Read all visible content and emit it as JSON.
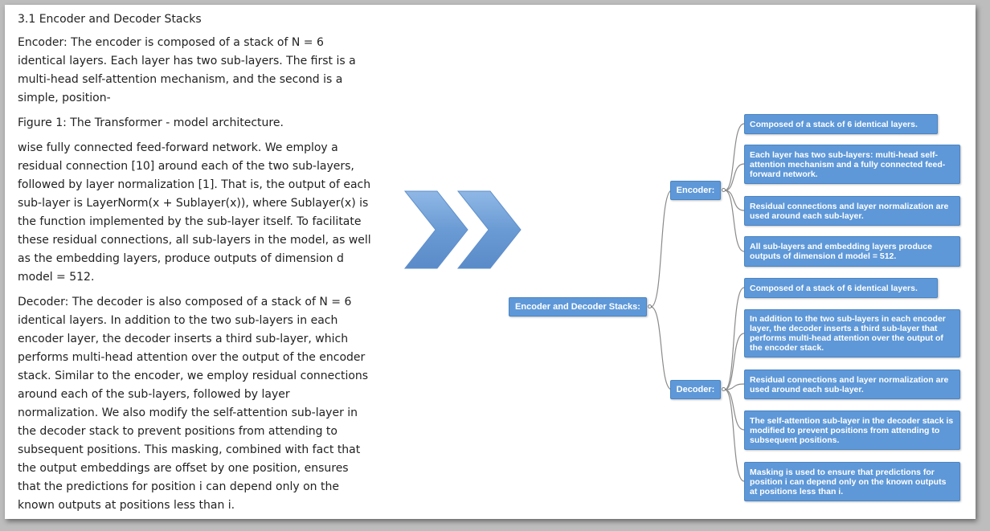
{
  "document": {
    "heading": "3.1 Encoder and Decoder Stacks",
    "paragraphs": [
      "Encoder: The encoder is composed of a stack of N = 6 identical layers. Each layer has two sub-layers. The first is a multi-head self-attention mechanism, and the second is a simple, position-",
      "Figure 1: The Transformer - model architecture.",
      "wise fully connected feed-forward network. We employ a residual connection [10] around each of the two sub-layers, followed by layer normalization [1]. That is, the output of each sub-layer is LayerNorm(x + Sublayer(x)), where Sublayer(x) is the function implemented by the sub-layer itself. To facilitate these residual connections, all sub-layers in the model, as well as the embedding layers, produce outputs of dimension d model = 512.",
      "Decoder: The decoder is also composed of a stack of N = 6 identical layers. In addition to the two sub-layers in each encoder layer, the decoder inserts a third sub-layer, which performs multi-head attention over the output of the encoder stack. Similar to the encoder, we employ residual connections around each of the sub-layers, followed by layer normalization. We also modify the self-attention sub-layer in the decoder stack to prevent positions from attending to subsequent positions. This masking, combined with fact that the output embeddings are offset by one position, ensures that the predictions for position i can depend only on the known outputs at positions less than i."
    ]
  },
  "arrow_icon": "double-chevron-right-icon",
  "colors": {
    "node_fill": "#5e98d8",
    "node_border": "#4a84c4",
    "arrow_fill": "#6f9fd6",
    "connector": "#8a8a8a"
  },
  "mindmap": {
    "root": "Encoder and Decoder Stacks:",
    "encoder": {
      "label": "Encoder:",
      "items": [
        "Composed of a stack of 6 identical layers.",
        "Each layer has two sub-layers: multi-head self-attention mechanism and a fully connected feed-forward network.",
        "Residual connections and layer normalization are used around each sub-layer.",
        "All sub-layers and embedding layers produce outputs of dimension d model = 512."
      ]
    },
    "decoder": {
      "label": "Decoder:",
      "items": [
        "Composed of a stack of 6 identical layers.",
        "In addition to the two sub-layers in each encoder layer, the decoder inserts a third sub-layer that performs multi-head attention over the output of the encoder stack.",
        "Residual connections and layer normalization are used around each sub-layer.",
        "The self-attention sub-layer in the decoder stack is modified to prevent positions from attending to subsequent positions.",
        "Masking is used to ensure that predictions for position i can depend only on the known outputs at positions less than i."
      ]
    }
  }
}
